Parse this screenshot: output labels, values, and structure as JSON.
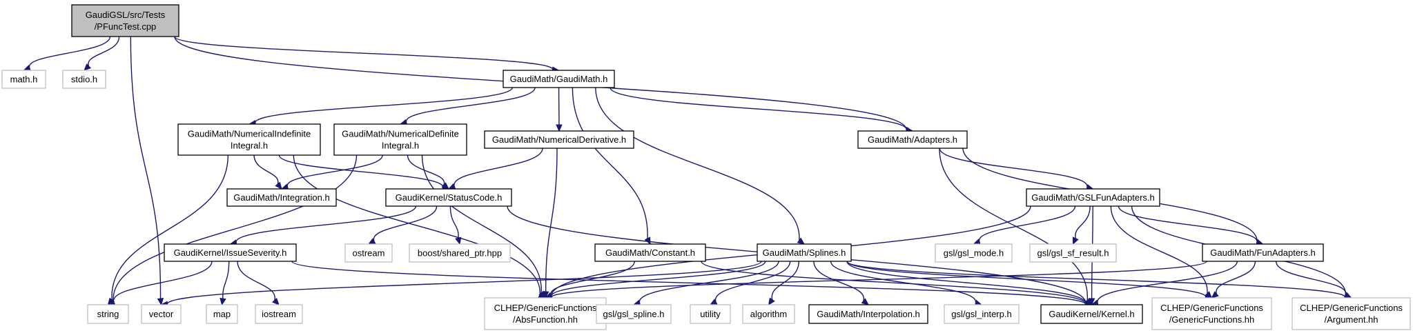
{
  "title": "GaudiGSL/src/Tests/PFuncTest.cpp",
  "colors": {
    "edge": "#191970",
    "root_fill": "#bfbfbf",
    "ext_border": "#bfbfbf",
    "node_border": "#000000"
  },
  "nodes": [
    {
      "id": "root",
      "lines": [
        "GaudiGSL/src/Tests",
        "/PFuncTest.cpp"
      ],
      "kind": "root"
    },
    {
      "id": "math_h",
      "lines": [
        "math.h"
      ],
      "kind": "ext"
    },
    {
      "id": "stdio_h",
      "lines": [
        "stdio.h"
      ],
      "kind": "ext"
    },
    {
      "id": "vector",
      "lines": [
        "vector"
      ],
      "kind": "ext"
    },
    {
      "id": "gaudimath_h",
      "lines": [
        "GaudiMath/GaudiMath.h"
      ],
      "kind": "local"
    },
    {
      "id": "adapters_h",
      "lines": [
        "GaudiMath/Adapters.h"
      ],
      "kind": "local"
    },
    {
      "id": "nii_h",
      "lines": [
        "GaudiMath/NumericalIndefinite",
        "Integral.h"
      ],
      "kind": "local"
    },
    {
      "id": "ndi_h",
      "lines": [
        "GaudiMath/NumericalDefinite",
        "Integral.h"
      ],
      "kind": "local"
    },
    {
      "id": "nder_h",
      "lines": [
        "GaudiMath/NumericalDerivative.h"
      ],
      "kind": "local"
    },
    {
      "id": "integration_h",
      "lines": [
        "GaudiMath/Integration.h"
      ],
      "kind": "local"
    },
    {
      "id": "statuscode_h",
      "lines": [
        "GaudiKernel/StatusCode.h"
      ],
      "kind": "local"
    },
    {
      "id": "issueseverity_h",
      "lines": [
        "GaudiKernel/IssueSeverity.h"
      ],
      "kind": "local"
    },
    {
      "id": "ostream",
      "lines": [
        "ostream"
      ],
      "kind": "ext"
    },
    {
      "id": "shared_ptr",
      "lines": [
        "boost/shared_ptr.hpp"
      ],
      "kind": "ext"
    },
    {
      "id": "constant_h",
      "lines": [
        "GaudiMath/Constant.h"
      ],
      "kind": "local"
    },
    {
      "id": "splines_h",
      "lines": [
        "GaudiMath/Splines.h"
      ],
      "kind": "local"
    },
    {
      "id": "gslfunadapters_h",
      "lines": [
        "GaudiMath/GSLFunAdapters.h"
      ],
      "kind": "local"
    },
    {
      "id": "gsl_mode",
      "lines": [
        "gsl/gsl_mode.h"
      ],
      "kind": "ext"
    },
    {
      "id": "gsl_sf_result",
      "lines": [
        "gsl/gsl_sf_result.h"
      ],
      "kind": "ext"
    },
    {
      "id": "funadapters_h",
      "lines": [
        "GaudiMath/FunAdapters.h"
      ],
      "kind": "local"
    },
    {
      "id": "string",
      "lines": [
        "string"
      ],
      "kind": "ext"
    },
    {
      "id": "map",
      "lines": [
        "map"
      ],
      "kind": "ext"
    },
    {
      "id": "iostream",
      "lines": [
        "iostream"
      ],
      "kind": "ext"
    },
    {
      "id": "absfunction",
      "lines": [
        "CLHEP/GenericFunctions",
        "/AbsFunction.hh"
      ],
      "kind": "ext"
    },
    {
      "id": "gsl_spline",
      "lines": [
        "gsl/gsl_spline.h"
      ],
      "kind": "ext"
    },
    {
      "id": "utility",
      "lines": [
        "utility"
      ],
      "kind": "ext"
    },
    {
      "id": "algorithm",
      "lines": [
        "algorithm"
      ],
      "kind": "ext"
    },
    {
      "id": "interpolation_h",
      "lines": [
        "GaudiMath/Interpolation.h"
      ],
      "kind": "local"
    },
    {
      "id": "gsl_interp",
      "lines": [
        "gsl/gsl_interp.h"
      ],
      "kind": "ext"
    },
    {
      "id": "kernel_h",
      "lines": [
        "GaudiKernel/Kernel.h"
      ],
      "kind": "local"
    },
    {
      "id": "genericfunctions",
      "lines": [
        "CLHEP/GenericFunctions",
        "/GenericFunctions.hh"
      ],
      "kind": "ext"
    },
    {
      "id": "argument",
      "lines": [
        "CLHEP/GenericFunctions",
        "/Argument.hh"
      ],
      "kind": "ext"
    }
  ],
  "edges": [
    [
      "root",
      "math_h"
    ],
    [
      "root",
      "stdio_h"
    ],
    [
      "root",
      "vector"
    ],
    [
      "root",
      "gaudimath_h"
    ],
    [
      "root",
      "adapters_h"
    ],
    [
      "gaudimath_h",
      "nii_h"
    ],
    [
      "gaudimath_h",
      "ndi_h"
    ],
    [
      "gaudimath_h",
      "nder_h"
    ],
    [
      "gaudimath_h",
      "constant_h"
    ],
    [
      "gaudimath_h",
      "splines_h"
    ],
    [
      "gaudimath_h",
      "adapters_h"
    ],
    [
      "nii_h",
      "integration_h"
    ],
    [
      "nii_h",
      "statuscode_h"
    ],
    [
      "nii_h",
      "string"
    ],
    [
      "nii_h",
      "absfunction"
    ],
    [
      "ndi_h",
      "integration_h"
    ],
    [
      "ndi_h",
      "statuscode_h"
    ],
    [
      "ndi_h",
      "string"
    ],
    [
      "ndi_h",
      "absfunction"
    ],
    [
      "nder_h",
      "statuscode_h"
    ],
    [
      "nder_h",
      "absfunction"
    ],
    [
      "statuscode_h",
      "issueseverity_h"
    ],
    [
      "statuscode_h",
      "ostream"
    ],
    [
      "statuscode_h",
      "shared_ptr"
    ],
    [
      "statuscode_h",
      "kernel_h"
    ],
    [
      "issueseverity_h",
      "string"
    ],
    [
      "issueseverity_h",
      "map"
    ],
    [
      "issueseverity_h",
      "iostream"
    ],
    [
      "issueseverity_h",
      "kernel_h"
    ],
    [
      "constant_h",
      "absfunction"
    ],
    [
      "constant_h",
      "kernel_h"
    ],
    [
      "splines_h",
      "vector"
    ],
    [
      "splines_h",
      "absfunction"
    ],
    [
      "splines_h",
      "gsl_spline"
    ],
    [
      "splines_h",
      "utility"
    ],
    [
      "splines_h",
      "algorithm"
    ],
    [
      "splines_h",
      "interpolation_h"
    ],
    [
      "splines_h",
      "gsl_interp"
    ],
    [
      "splines_h",
      "kernel_h"
    ],
    [
      "splines_h",
      "genericfunctions"
    ],
    [
      "splines_h",
      "argument"
    ],
    [
      "adapters_h",
      "gslfunadapters_h"
    ],
    [
      "adapters_h",
      "funadapters_h"
    ],
    [
      "adapters_h",
      "kernel_h"
    ],
    [
      "gslfunadapters_h",
      "absfunction"
    ],
    [
      "gslfunadapters_h",
      "gsl_mode"
    ],
    [
      "gslfunadapters_h",
      "gsl_sf_result"
    ],
    [
      "gslfunadapters_h",
      "funadapters_h"
    ],
    [
      "gslfunadapters_h",
      "kernel_h"
    ],
    [
      "gslfunadapters_h",
      "genericfunctions"
    ],
    [
      "gslfunadapters_h",
      "argument"
    ],
    [
      "funadapters_h",
      "absfunction"
    ],
    [
      "funadapters_h",
      "kernel_h"
    ],
    [
      "funadapters_h",
      "genericfunctions"
    ],
    [
      "funadapters_h",
      "argument"
    ]
  ]
}
